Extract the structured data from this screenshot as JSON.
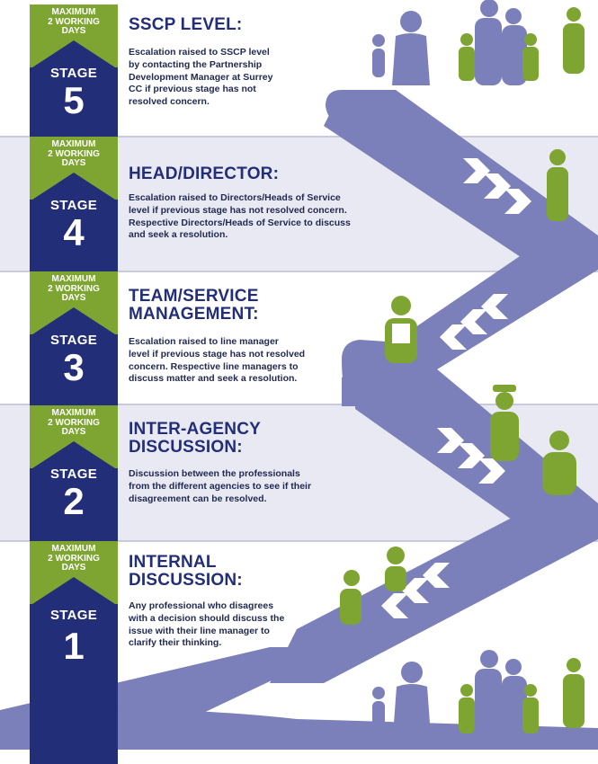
{
  "stage_word": "STAGE",
  "stages": [
    {
      "number": "5",
      "time_limit": "MAXIMUM\n2 WORKING\nDAYS",
      "heading": "SSCP LEVEL:",
      "description": "Escalation raised to SSCP level\nby contacting the Partnership\nDevelopment Manager at Surrey\nCC if previous stage has not\nresolved concern."
    },
    {
      "number": "4",
      "time_limit": "MAXIMUM\n2 WORKING\nDAYS",
      "heading": "HEAD/DIRECTOR:",
      "description": "Escalation raised to Directors/Heads of Service\nlevel if previous stage has not resolved concern.\nRespective Directors/Heads of Service to discuss\nand seek a resolution."
    },
    {
      "number": "3",
      "time_limit": "MAXIMUM\n2 WORKING\nDAYS",
      "heading": "TEAM/SERVICE\nMANAGEMENT:",
      "description": "Escalation raised to line manager\nlevel if previous stage has not resolved\nconcern. Respective line managers to\ndiscuss matter and seek a resolution."
    },
    {
      "number": "2",
      "time_limit": "MAXIMUM\n2 WORKING\nDAYS",
      "heading": "INTER-AGENCY\nDISCUSSION:",
      "description": "Discussion between the professionals\nfrom the different agencies to see if their\ndisagreement can be resolved."
    },
    {
      "number": "1",
      "time_limit": "MAXIMUM\n2 WORKING\nDAYS",
      "heading": "INTERNAL\nDISCUSSION:",
      "description": "Any professional who disagrees\nwith a decision should discuss the\nissue with their line manager to\nclarify their thinking."
    }
  ],
  "colors": {
    "navy": "#232e78",
    "green": "#7ea532",
    "path": "#7b7fba",
    "band": "#e9e9f3"
  },
  "icons": [
    "family-icon",
    "person-icon",
    "teacher-icon",
    "police-officer-icon",
    "doctor-icon",
    "stair-chevron-icon"
  ]
}
